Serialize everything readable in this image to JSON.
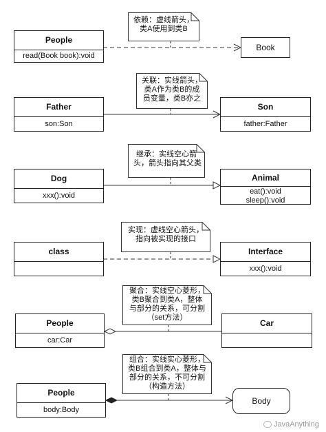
{
  "relations": [
    {
      "id": "dependency",
      "note": [
        "依赖：虚线箭头，",
        "类A使用到类B"
      ],
      "left": {
        "name": "People",
        "attrs": [
          "read(Book book):void"
        ]
      },
      "right": {
        "name": "Book",
        "attrs": []
      }
    },
    {
      "id": "association",
      "note": [
        "关联：实线箭头，",
        "类A作为类B的成",
        "员变量，类B亦之"
      ],
      "left": {
        "name": "Father",
        "attrs": [
          "son:Son"
        ]
      },
      "right": {
        "name": "Son",
        "attrs": [
          "father:Father"
        ]
      }
    },
    {
      "id": "inheritance",
      "note": [
        "继承：实线空心箭",
        "头，箭头指向其父类"
      ],
      "left": {
        "name": "Dog",
        "attrs": [
          "xxx():void"
        ]
      },
      "right": {
        "name": "Animal",
        "attrs": [
          "eat():void",
          "sleep():void"
        ]
      }
    },
    {
      "id": "realization",
      "note": [
        "实现：虚线空心箭头，",
        "指向被实现的接口"
      ],
      "left": {
        "name": "class",
        "attrs": [
          ""
        ]
      },
      "right": {
        "name": "Interface",
        "attrs": [
          "xxx():void"
        ]
      }
    },
    {
      "id": "aggregation",
      "note": [
        "聚合：实线空心菱形，",
        "类B聚合到类A，整体",
        "与部分的关系，可分割",
        "（set方法）"
      ],
      "left": {
        "name": "People",
        "attrs": [
          "car:Car"
        ]
      },
      "right": {
        "name": "Car",
        "attrs": []
      }
    },
    {
      "id": "composition",
      "note": [
        "组合：实线实心菱形，",
        "类B组合到类A，整体与",
        "部分的关系，不可分割",
        "（构造方法）"
      ],
      "left": {
        "name": "People",
        "attrs": [
          "body:Body"
        ]
      },
      "right": {
        "name": "Body",
        "attrs": []
      }
    }
  ],
  "watermark": "JavaAnything"
}
